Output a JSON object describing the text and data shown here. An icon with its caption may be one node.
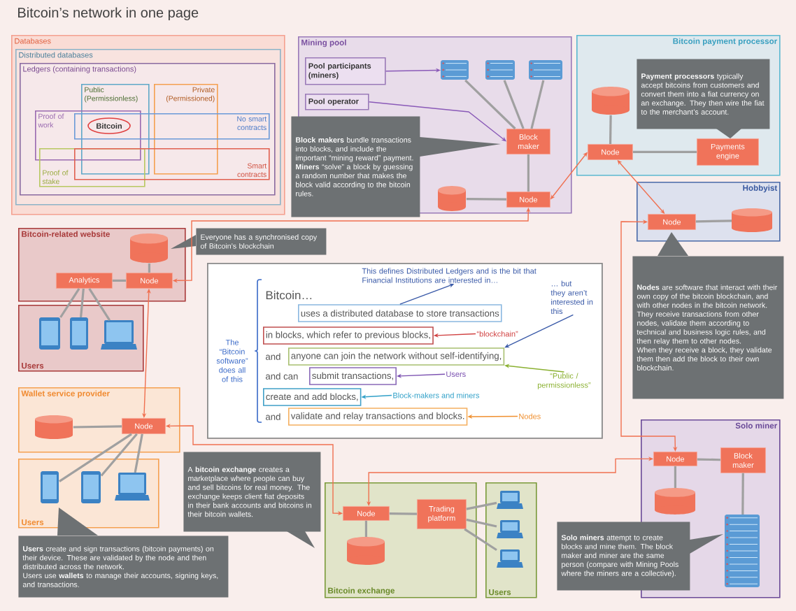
{
  "diagram": {
    "title": "Bitcoin’s network in one page",
    "nodes": [
      {
        "text": [
          "Databases"
        ]
      },
      {
        "text": [
          "Distributed databases"
        ],
        "in": 0
      },
      {
        "text": [
          "Ledgers (containing transactions)"
        ],
        "in": 1
      },
      {
        "text": [
          "Public (Permissionless)"
        ],
        "in": 2
      },
      {
        "text": [
          "Private (Permissioned)"
        ],
        "in": 2
      },
      {
        "text": [
          "Proof of work"
        ],
        "in": 2
      },
      {
        "text": [
          "Proof of stake"
        ],
        "in": 2
      },
      {
        "text": [
          "No smart contracts"
        ],
        "in": 2
      },
      {
        "text": [
          "Smart contracts"
        ],
        "in": 2
      },
      {
        "text": [
          "Bitcoin"
        ]
      },
      {
        "text": [
          "Mining pool"
        ]
      },
      {
        "text": [
          "Pool participants (miners)"
        ],
        "in": 10
      },
      {
        "text": [
          "Pool operator"
        ],
        "in": 10
      },
      {
        "text": [],
        "shape": "server",
        "in": 10
      },
      {
        "text": [],
        "shape": "server",
        "in": 10
      },
      {
        "text": [],
        "shape": "server",
        "in": 10
      },
      {
        "text": [
          "Block maker"
        ],
        "in": 10
      },
      {
        "text": [
          "Node"
        ],
        "in": 10
      },
      {
        "text": [],
        "shape": "cylinder",
        "in": 10
      },
      {
        "text": [
          "**Block makers** bundle transactions into blocks, and include the important “mining reward” payment.",
          "**Miners** “solve” a block by guessing a random number that makes the block valid according to the bitcoin rules."
        ]
      },
      {
        "text": [
          "Bitcoin payment processor"
        ]
      },
      {
        "text": [],
        "shape": "cylinder",
        "in": 20
      },
      {
        "text": [
          "Node"
        ],
        "in": 20
      },
      {
        "text": [
          "Payments engine"
        ],
        "in": 20
      },
      {
        "text": [
          "**Payment processors** typically accept bitcoins from customers and convert them into a fiat currency on an exchange. They then wire the fiat to the merchant’s account."
        ],
        "in": 20
      },
      {
        "text": [
          "Hobbyist"
        ]
      },
      {
        "text": [
          "Node"
        ],
        "in": 25
      },
      {
        "text": [],
        "shape": "cylinder",
        "in": 25
      },
      {
        "text": [
          "**Nodes** are software that interact with their own copy of the bitcoin blockchain, and with other nodes in the bitcoin network.",
          "They receive transactions from other nodes, validate them according to technical and business logic rules, and then relay them to other nodes.",
          "When they receive a block, they validate them then add the block to their own blockchain."
        ]
      },
      {
        "text": [
          "Bitcoin-related website"
        ]
      },
      {
        "text": [],
        "shape": "cylinder",
        "in": 29
      },
      {
        "text": [
          "Analytics"
        ],
        "in": 29
      },
      {
        "text": [
          "Node"
        ],
        "in": 29
      },
      {
        "text": [
          "Everyone has a synchronised copy of Bitcoin’s blockchain"
        ]
      },
      {
        "text": [
          "Users"
        ]
      },
      {
        "text": [],
        "shape": "phone",
        "in": 34
      },
      {
        "text": [],
        "shape": "phone",
        "in": 34
      },
      {
        "text": [],
        "shape": "laptop",
        "in": 34
      },
      {
        "text": [
          "Wallet service provider"
        ]
      },
      {
        "text": [],
        "shape": "cylinder",
        "in": 38
      },
      {
        "text": [
          "Node"
        ],
        "in": 38
      },
      {
        "text": [
          "Users"
        ]
      },
      {
        "text": [],
        "shape": "phone",
        "in": 41
      },
      {
        "text": [],
        "shape": "phone",
        "in": 41
      },
      {
        "text": [],
        "shape": "laptop",
        "in": 41
      },
      {
        "text": [
          "**Users** create and sign transactions (bitcoin payments) on their device. These are validated by the node and then distributed across the network.",
          "Users use **wallets** to manage their accounts, signing keys, and transactions."
        ]
      },
      {
        "text": [
          "The “Bitcoin software” does all of this",
          "Bitcoin…",
          "and",
          "and can",
          "and"
        ]
      },
      {
        "text": [
          "uses a distributed database to store transactions"
        ],
        "in": 46
      },
      {
        "text": [
          "in blocks, which refer to previous blocks,"
        ],
        "in": 46
      },
      {
        "text": [
          "anyone can join the network without self-identifying,"
        ],
        "in": 46
      },
      {
        "text": [
          "submit transactions,"
        ],
        "in": 46
      },
      {
        "text": [
          "create and add blocks,"
        ],
        "in": 46
      },
      {
        "text": [
          "validate and relay transactions and blocks."
        ],
        "in": 46
      },
      {
        "text": [
          "This defines Distributed Ledgers and is the bit that Financial Institutions are interested in…"
        ],
        "in": 46
      },
      {
        "text": [
          "… but they aren’t interested in this"
        ],
        "in": 46
      },
      {
        "text": [
          "“blockchain”"
        ],
        "in": 46
      },
      {
        "text": [
          "“Public / permissionless”"
        ],
        "in": 46
      },
      {
        "text": [
          "Users"
        ],
        "in": 46
      },
      {
        "text": [
          "Block-makers and miners"
        ],
        "in": 46
      },
      {
        "text": [
          "Nodes"
        ],
        "in": 46
      },
      {
        "text": [
          "Bitcoin exchange"
        ]
      },
      {
        "text": [
          "Node"
        ],
        "in": 60
      },
      {
        "text": [
          "Trading platform"
        ],
        "in": 60
      },
      {
        "text": [],
        "shape": "cylinder",
        "in": 60
      },
      {
        "text": [
          "Users"
        ]
      },
      {
        "text": [],
        "shape": "laptop",
        "in": 64
      },
      {
        "text": [],
        "shape": "laptop",
        "in": 64
      },
      {
        "text": [],
        "shape": "laptop",
        "in": 64
      },
      {
        "text": [
          "A **bitcoin exchange** creates a marketplace where people can buy and sell bitcoins for real money. The exchange keeps client fiat deposits in their bank accounts and bitcoins in their bitcoin wallets."
        ]
      },
      {
        "text": [
          "Solo miner"
        ]
      },
      {
        "text": [
          "Node"
        ],
        "in": 69
      },
      {
        "text": [
          "Block maker"
        ],
        "in": 69
      },
      {
        "text": [],
        "shape": "cylinder",
        "in": 69
      },
      {
        "text": [],
        "shape": "server",
        "in": 69
      },
      {
        "text": [
          "**Solo miners** attempt to create blocks and mine them. The block maker and miner are the same person (compare with Mining Pools where the miners are a collective)."
        ]
      }
    ],
    "edges": [
      {
        "from": 13,
        "to": 16,
        "arrow": "none"
      },
      {
        "from": 14,
        "to": 16,
        "arrow": "none"
      },
      {
        "from": 15,
        "to": 16,
        "arrow": "none"
      },
      {
        "from": 16,
        "to": 17,
        "arrow": "none"
      },
      {
        "from": 18,
        "to": 17,
        "arrow": "none"
      },
      {
        "from": 11,
        "to": 13,
        "arrow": "to",
        "color": "#8a5ab8"
      },
      {
        "from": 12,
        "to": 16,
        "arrow": "to",
        "color": "#8a5ab8"
      },
      {
        "from": 21,
        "to": 22,
        "arrow": "none"
      },
      {
        "from": 22,
        "to": 23,
        "arrow": "none"
      },
      {
        "from": 26,
        "to": 27,
        "arrow": "none"
      },
      {
        "from": 30,
        "to": 32,
        "arrow": "none"
      },
      {
        "from": 31,
        "to": 32,
        "arrow": "none"
      },
      {
        "from": 31,
        "to": 35,
        "arrow": "none"
      },
      {
        "from": 31,
        "to": 36,
        "arrow": "none"
      },
      {
        "from": 31,
        "to": 37,
        "arrow": "none"
      },
      {
        "from": 39,
        "to": 40,
        "arrow": "none"
      },
      {
        "from": 40,
        "to": 42,
        "arrow": "none"
      },
      {
        "from": 40,
        "to": 43,
        "arrow": "none"
      },
      {
        "from": 40,
        "to": 44,
        "arrow": "none"
      },
      {
        "from": 61,
        "to": 62,
        "arrow": "none"
      },
      {
        "from": 61,
        "to": 63,
        "arrow": "none"
      },
      {
        "from": 62,
        "to": 65,
        "arrow": "none"
      },
      {
        "from": 62,
        "to": 66,
        "arrow": "none"
      },
      {
        "from": 62,
        "to": 67,
        "arrow": "none"
      },
      {
        "from": 70,
        "to": 71,
        "arrow": "none"
      },
      {
        "from": 70,
        "to": 72,
        "arrow": "none"
      },
      {
        "from": 71,
        "to": 73,
        "arrow": "none"
      },
      {
        "from": 17,
        "to": 22,
        "arrow": "both",
        "color": "#f07050"
      },
      {
        "from": 22,
        "to": 26,
        "arrow": "both",
        "color": "#f07050"
      },
      {
        "from": 32,
        "to": 17,
        "arrow": "both",
        "color": "#f07050"
      },
      {
        "from": 32,
        "to": 40,
        "arrow": "both",
        "color": "#f07050"
      },
      {
        "from": 40,
        "to": 61,
        "arrow": "both",
        "color": "#f07050"
      },
      {
        "from": 61,
        "to": 70,
        "arrow": "both",
        "color": "#f07050"
      },
      {
        "from": 26,
        "to": 70,
        "arrow": "both",
        "color": "#f07050"
      },
      {
        "from": 47,
        "to": 53,
        "arrow": "to",
        "color": "#3a5aa8"
      },
      {
        "from": 54,
        "to": 49,
        "arrow": "to",
        "color": "#3a5aa8"
      },
      {
        "from": 55,
        "to": 48,
        "arrow": "to",
        "color": "#d04040"
      },
      {
        "from": 56,
        "to": 49,
        "arrow": "to",
        "color": "#8ab030"
      },
      {
        "from": 57,
        "to": 50,
        "arrow": "to",
        "color": "#7a50b0"
      },
      {
        "from": 58,
        "to": 51,
        "arrow": "to",
        "color": "#30a0c8"
      },
      {
        "from": 59,
        "to": 52,
        "arrow": "to",
        "color": "#f09030"
      }
    ]
  }
}
